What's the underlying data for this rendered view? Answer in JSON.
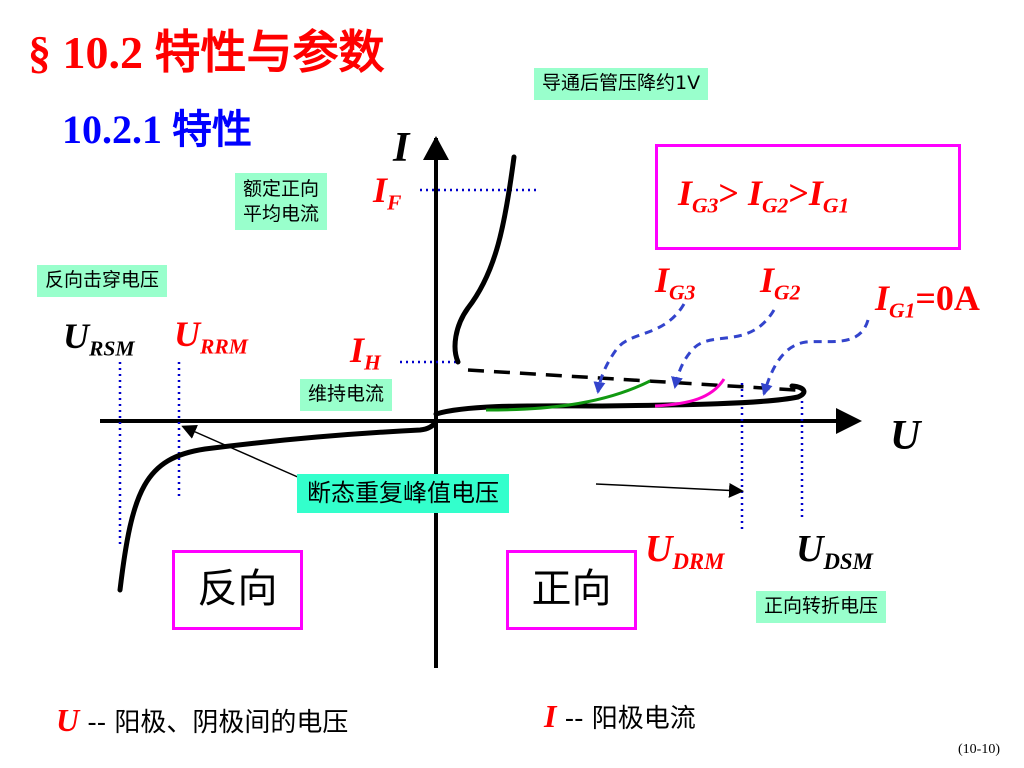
{
  "title": "§ 10.2  特性与参数",
  "subtitle": "10.2.1  特性",
  "labels": {
    "conduction_drop": "导通后管压降约1V",
    "rated_forward_current_line1": "额定正向",
    "rated_forward_current_line2": "平均电流",
    "reverse_breakdown": "反向击穿电压",
    "holding_current": "维持电流",
    "off_state_repetitive_peak": "断态重复峰值电压",
    "forward_breakover": "正向转折电压"
  },
  "axes": {
    "y_label": "I",
    "x_label": "U",
    "IF": {
      "main": "I",
      "sub": "F"
    },
    "IH": {
      "main": "I",
      "sub": "H"
    },
    "URSM": {
      "main": "U",
      "sub": "RSM"
    },
    "URRM": {
      "main": "U",
      "sub": "RRM"
    },
    "UDRM": {
      "main": "U",
      "sub": "DRM"
    },
    "UDSM": {
      "main": "U",
      "sub": "DSM"
    }
  },
  "gate_currents": {
    "IG3": {
      "main": "I",
      "sub": "G3"
    },
    "IG2": {
      "main": "I",
      "sub": "G2"
    },
    "IG1": {
      "main": "I",
      "sub": "G1",
      "suffix": "=0A"
    }
  },
  "relation": {
    "a": {
      "main": "I",
      "sub": "G3"
    },
    "gt1": ">",
    "b": {
      "main": "I",
      "sub": "G2"
    },
    "gt2": ">",
    "c": {
      "main": "I",
      "sub": "G1"
    }
  },
  "regions": {
    "reverse": "反向",
    "forward": "正向"
  },
  "legend": {
    "u_symbol": "U",
    "u_desc": " -- 阳极、阴极间的电压",
    "i_symbol": "I",
    "i_desc": " -- 阳极电流"
  },
  "page_number": "(10-10)",
  "colors": {
    "title": "#ff0000",
    "subtitle": "#0000ff",
    "tag": "#99ffcc",
    "tag_strong": "#33ffcc",
    "box_border": "#ff00ff",
    "curve_ig3": "#119911",
    "curve_ig2": "#ff00cc",
    "guide": "#0000cc",
    "arrow": "#3344cc"
  }
}
